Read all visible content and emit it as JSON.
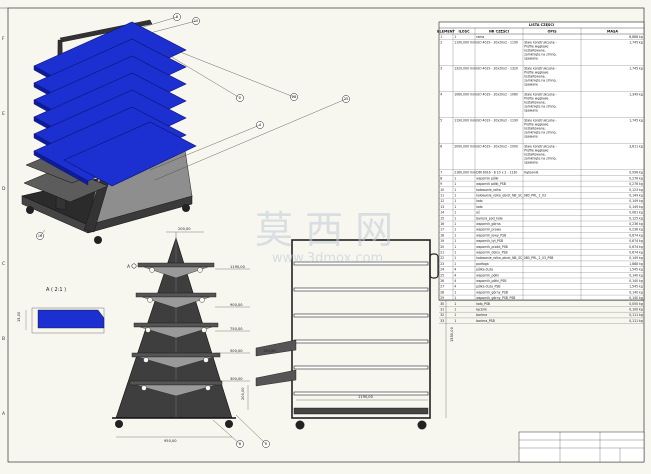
{
  "bom": {
    "title": "LISTA CZĘŚCI",
    "headers": [
      "ELEMENT",
      "ILOŚĆ",
      "NR CZĘŚCI",
      "OPIS",
      "MASA"
    ],
    "rows": [
      [
        "1",
        "1",
        "rama",
        "",
        "8,888 kg"
      ],
      [
        "2",
        "1190,000 mm",
        "ISO 4019 - 20x20x2 - 1190",
        "Stale konstrukcyjne - Profile węgłowe kształtowane, zamknięte na zimno, spawane",
        "1,745 kg"
      ],
      [
        "3",
        "1320,000 mm",
        "ISO 4019 - 20x20x2 - 1320",
        "Stale konstrukcyjne - Profile węgłowe kształtowane, zamknięte na zimno, spawane",
        "1,745 kg"
      ],
      [
        "4",
        "1060,000 mm",
        "ISO 4019 - 20x20x2 - 1060",
        "Stale konstrukcyjne - Profile węgłowe kształtowane, zamknięte na zimno, spawane",
        "1,349 kg"
      ],
      [
        "5",
        "1190,000 mm",
        "ISO 4019 - 20x20x2 - 1190",
        "Stale konstrukcyjne - Profile węgłowe kształtowane, zamknięte na zimno, spawane",
        "1,745 kg"
      ],
      [
        "6",
        "2000,000 mm",
        "ISO 4019 - 20x20x2 - 2000",
        "Stale konstrukcyjne - Profile węgłowe kształtowane, zamknięte na zimno, spawane",
        "3,611 kg"
      ],
      [
        "7",
        "2160,000 mm",
        "DIN 6916 - 8 10 x 2 - 1130",
        "Kątownik",
        "0,996 kg"
      ],
      [
        "8",
        "1",
        "wspornik półki",
        "",
        "0,276 kg"
      ],
      [
        "9",
        "1",
        "wspornik półki_PSB",
        "",
        "0,276 kg"
      ],
      [
        "10",
        "1",
        "kołowanie_rolka",
        "",
        "0,123 kg"
      ],
      [
        "11",
        "1",
        "kołowanie_rolka_obrot_NB_SC_080_PRL_2_03",
        "",
        "0,149 kg"
      ],
      [
        "12",
        "1",
        "koło",
        "",
        "0,149 kg"
      ],
      [
        "13",
        "1",
        "koło",
        "",
        "0,149 kg"
      ],
      [
        "14",
        "1",
        "oś",
        "",
        "0,061 kg"
      ],
      [
        "15",
        "1",
        "bariera_pod_koła",
        "",
        "0,125 kg"
      ],
      [
        "16",
        "1",
        "wspornik_górna",
        "",
        "0,236 kg"
      ],
      [
        "17",
        "1",
        "wspornik_prawy",
        "",
        "0,236 kg"
      ],
      [
        "18",
        "1",
        "wspornik_lewy_PSB",
        "",
        "0,674 kg"
      ],
      [
        "19",
        "1",
        "wspornik_tył_PSB",
        "",
        "0,674 kg"
      ],
      [
        "20",
        "1",
        "wspornik_przód_PSB",
        "",
        "0,674 kg"
      ],
      [
        "21",
        "1",
        "wspornik_dolny_PSB",
        "",
        "0,674 kg"
      ],
      [
        "22",
        "1",
        "kołowanie_rolka_obrot_NB_SC_080_PRL_2_03_PSB",
        "",
        "0,149 kg"
      ],
      [
        "23",
        "1",
        "podłoga",
        "",
        "1,888 kg"
      ],
      [
        "24",
        "4",
        "półka duża",
        "",
        "1,545 kg"
      ],
      [
        "25",
        "4",
        "wspornik_półki",
        "",
        "0,140 kg"
      ],
      [
        "26",
        "4",
        "wspornik_półki_PSB",
        "",
        "0,140 kg"
      ],
      [
        "27",
        "4",
        "półka duża_PSB",
        "",
        "1,545 kg"
      ],
      [
        "28",
        "1",
        "wspornik_górny_PSB",
        "",
        "0,140 kg"
      ],
      [
        "29",
        "1",
        "wspornik_górny_PSB_PSB",
        "",
        "0,140 kg"
      ],
      [
        "30",
        "1",
        "koło_PSB",
        "",
        "0,050 kg"
      ],
      [
        "31",
        "1",
        "łącznik",
        "",
        "0,100 kg"
      ],
      [
        "32",
        "1",
        "bariera",
        "",
        "0,111 kg"
      ],
      [
        "33",
        "1",
        "bariera_PSB",
        "",
        "0,111 kg"
      ]
    ]
  },
  "views": {
    "detail_label": "A ( 2:1 )",
    "section_marker": "A",
    "detail_dim": "15,00"
  },
  "callouts": {
    "iso": [
      "8",
      "10",
      "2",
      "28",
      "25",
      "4",
      "16"
    ],
    "front": [
      "8",
      "5"
    ]
  },
  "dimensions": {
    "front_top": "200,00",
    "front_levels": [
      "1190,00",
      "900,00",
      "750,00",
      "500,00",
      "300,00"
    ],
    "front_bottom": "950,00",
    "side_height": "1550,00",
    "side_width": "1190,00",
    "side_small": "150,00",
    "side_small2": "200,00"
  },
  "watermark": {
    "text": "莫 西 网",
    "url": "www.3dmox.com"
  },
  "frame": {
    "left_marks": [
      "F",
      "E",
      "D",
      "C",
      "B",
      "A"
    ]
  },
  "colors": {
    "shelf_blue": "#1c2fd0",
    "frame_gray": "#3b3b3b"
  }
}
